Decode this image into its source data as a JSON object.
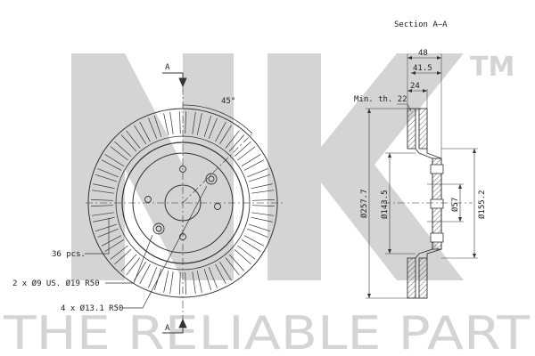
{
  "watermark": {
    "logo_text": "NK",
    "tm": "TM",
    "tagline": "THE RELIABLE PART",
    "color": "#d4d4d4"
  },
  "front_view": {
    "section_marker_top": "A",
    "section_marker_bottom": "A",
    "angle_label": "45°",
    "callouts": {
      "vents": "36 pcs.",
      "holes_small": "2 x Ø9 US. Ø19 R50",
      "holes_large": "4 x Ø13.1 R50"
    }
  },
  "section_view": {
    "title": "Section A–A",
    "min_thickness": "Min. th. 22",
    "dims": {
      "overall_height": "48",
      "hat_height": "41.5",
      "thickness": "24",
      "outer_diameter": "Ø257.7",
      "hat_diameter": "Ø143.5",
      "center_bore": "Ø57",
      "inner_diameter": "Ø155.2"
    }
  },
  "colors": {
    "line": "#333333",
    "hatch": "#444444"
  }
}
